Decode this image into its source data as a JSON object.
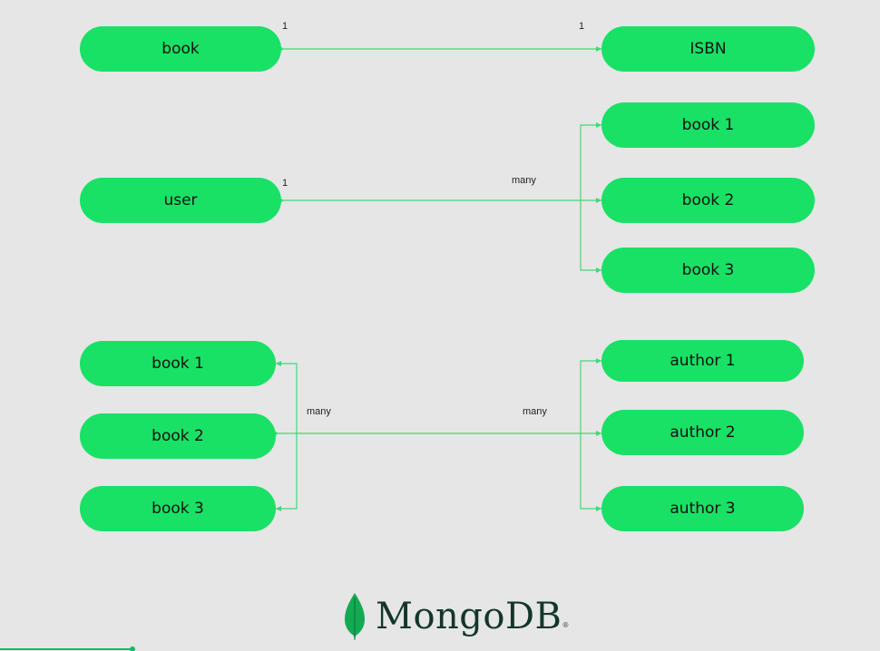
{
  "diagram": {
    "one_to_one": {
      "left": "book",
      "right": "ISBN",
      "left_cardinality": "1",
      "right_cardinality": "1"
    },
    "one_to_many": {
      "left": "user",
      "right": [
        "book 1",
        "book 2",
        "book 3"
      ],
      "left_cardinality": "1",
      "right_cardinality": "many"
    },
    "many_to_many": {
      "left": [
        "book 1",
        "book 2",
        "book 3"
      ],
      "right": [
        "author 1",
        "author 2",
        "author 3"
      ],
      "left_cardinality": "many",
      "right_cardinality": "many"
    },
    "colors": {
      "node_fill": "#19e165",
      "connector": "#3fd977",
      "background": "#e6e6e6"
    }
  },
  "logo": {
    "wordmark": "MongoDB",
    "registered": "®",
    "icon": "mongodb-leaf-icon"
  },
  "playback": {
    "progress": 0.15
  }
}
